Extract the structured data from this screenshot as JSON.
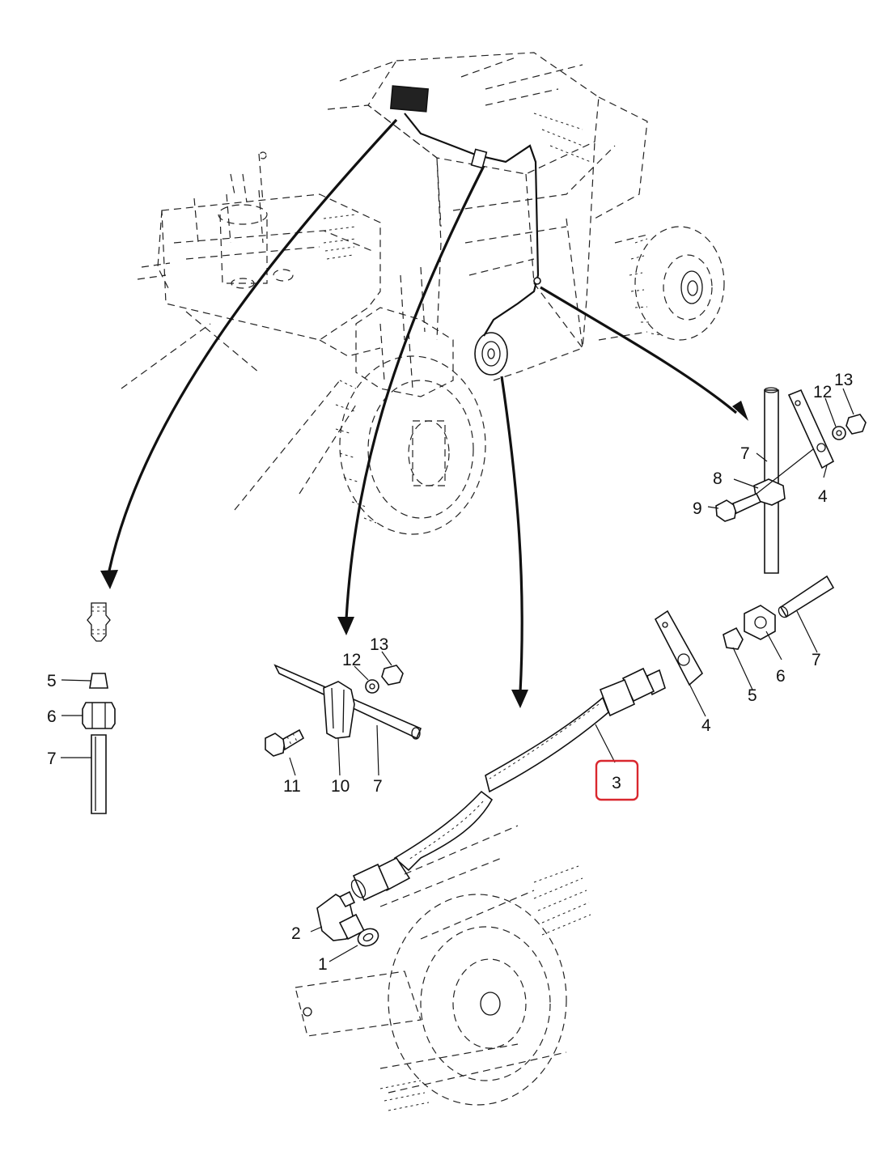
{
  "diagram": {
    "callouts": {
      "c1": "1",
      "c2": "2",
      "c3": "3",
      "c4a": "4",
      "c4b": "4",
      "c5a": "5",
      "c5b": "5",
      "c6a": "6",
      "c6b": "6",
      "c7a": "7",
      "c7b": "7",
      "c7c": "7",
      "c7d": "7",
      "c8": "8",
      "c9": "9",
      "c10": "10",
      "c11": "11",
      "c12a": "12",
      "c12b": "12",
      "c13a": "13",
      "c13b": "13"
    },
    "highlight": {
      "target": "3",
      "color": "#d9272e"
    },
    "colors": {
      "ink": "#111111",
      "paper": "#ffffff"
    }
  }
}
